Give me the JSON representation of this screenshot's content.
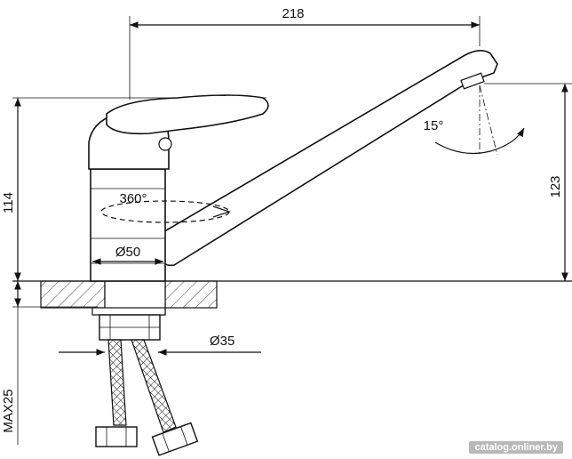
{
  "dimensions": {
    "spout_reach": "218",
    "height_total": "114",
    "spout_height": "123",
    "rotation": "360°",
    "body_diameter": "Ø50",
    "mount_diameter": "Ø35",
    "counter_thickness": "MAX25",
    "spout_angle": "15°"
  },
  "watermark": "catalog.onliner.by",
  "colors": {
    "line": "#111111",
    "background": "#ffffff"
  }
}
